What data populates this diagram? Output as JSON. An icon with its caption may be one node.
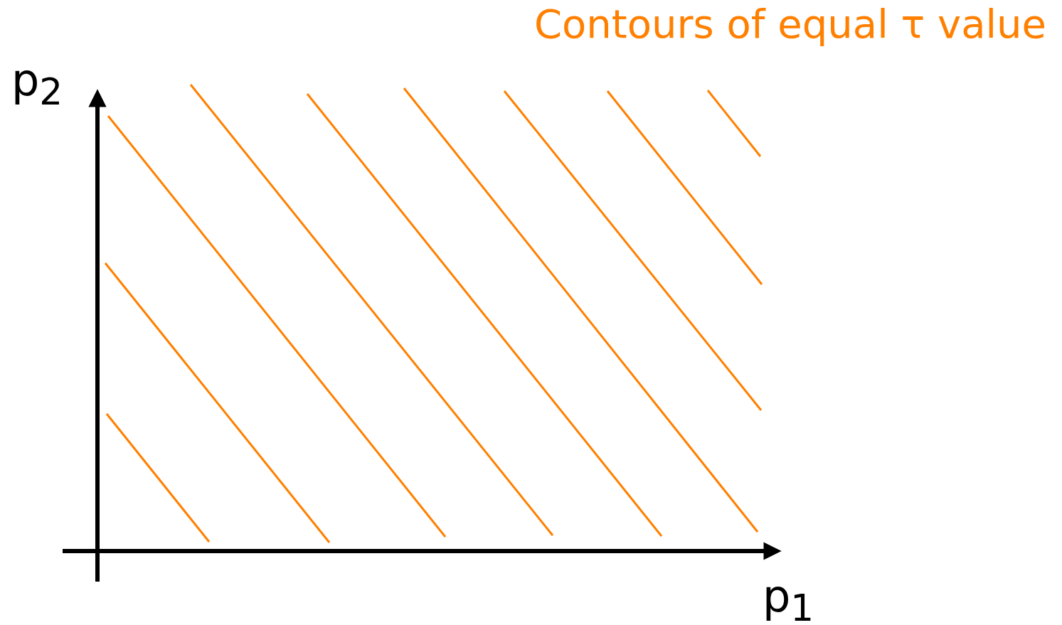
{
  "diagram": {
    "labels": [
      "Contours of equal τ value",
      "p$_{2}$",
      "p$_{1}$"
    ]
  }
}
